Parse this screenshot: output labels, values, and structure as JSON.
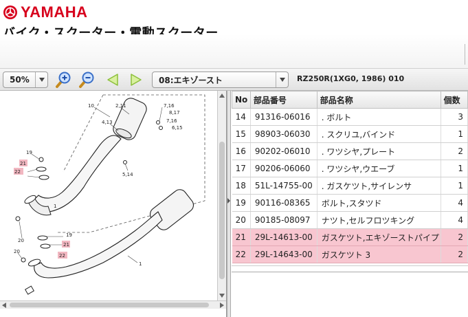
{
  "brand": {
    "name": "YAMAHA",
    "color": "#d7001c",
    "logo_icon": "tuning-forks-emblem-icon"
  },
  "header": {
    "title": "バイク・スクーター・電動スクーター"
  },
  "toolbar": {
    "zoom": "50%",
    "category": "08:エキゾースト",
    "model": "RZ250R(1XG0, 1986) 010",
    "icons": [
      "zoom-in-icon",
      "zoom-out-icon",
      "previous-page-icon",
      "next-page-icon"
    ]
  },
  "diagram": {
    "callouts": [
      "10",
      "2,11",
      "7,16",
      "8,17",
      "7,16",
      "6,15",
      "4,13",
      "5,14",
      "19",
      "21",
      "22",
      "20",
      "19",
      "21",
      "22",
      "20",
      "1",
      "1"
    ],
    "highlighted_callouts": [
      "21",
      "22"
    ],
    "highlight_color": "#f2b7c1"
  },
  "parts_table": {
    "headers": [
      "No",
      "部品番号",
      "部品名称",
      "個数"
    ],
    "rows": [
      {
        "no": "14",
        "part_number": "91316-06016",
        "name": ". ボルト",
        "qty": "3",
        "highlighted": false
      },
      {
        "no": "15",
        "part_number": "98903-06030",
        "name": ". スクリユ,バインド",
        "qty": "1",
        "highlighted": false
      },
      {
        "no": "16",
        "part_number": "90202-06010",
        "name": ". ワツシヤ,プレート",
        "qty": "2",
        "highlighted": false
      },
      {
        "no": "17",
        "part_number": "90206-06060",
        "name": ". ワツシヤ,ウエーブ",
        "qty": "1",
        "highlighted": false
      },
      {
        "no": "18",
        "part_number": "51L-14755-00",
        "name": ". ガスケツト,サイレンサ",
        "qty": "1",
        "highlighted": false
      },
      {
        "no": "19",
        "part_number": "90116-08365",
        "name": "ボルト,スタツド",
        "qty": "4",
        "highlighted": false
      },
      {
        "no": "20",
        "part_number": "90185-08097",
        "name": "ナツト,セルフロツキング",
        "qty": "4",
        "highlighted": false
      },
      {
        "no": "21",
        "part_number": "29L-14613-00",
        "name": "ガスケツト,エキゾーストパイプ",
        "qty": "2",
        "highlighted": true
      },
      {
        "no": "22",
        "part_number": "29L-14643-00",
        "name": "ガスケツト 3",
        "qty": "2",
        "highlighted": true
      }
    ],
    "highlight_color": "#f8c6d0"
  }
}
